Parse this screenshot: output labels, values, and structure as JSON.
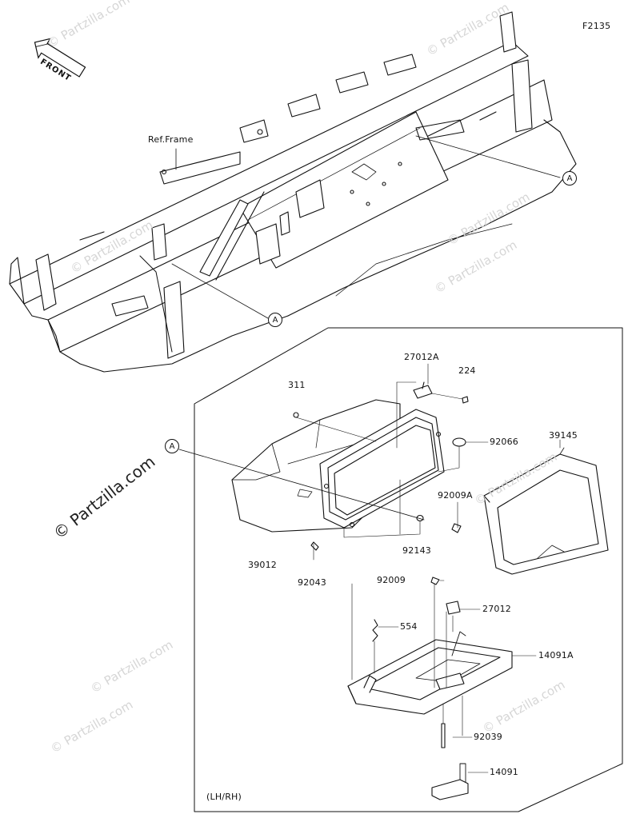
{
  "figure_code": "F2135",
  "front_label": "FRONT",
  "ref_frame_label": "Ref.Frame",
  "callout_letter": "A",
  "side_note": "(LH/RH)",
  "watermark_text": "© Partzilla.com",
  "parts": {
    "p27012A": "27012A",
    "p224": "224",
    "p311": "311",
    "p92066": "92066",
    "p39145": "39145",
    "p92009A": "92009A",
    "p92143": "92143",
    "p39012": "39012",
    "p92043": "92043",
    "p92009": "92009",
    "p27012": "27012",
    "p554": "554",
    "p14091A": "14091A",
    "p92039": "92039",
    "p14091": "14091"
  },
  "colors": {
    "line": "#111111",
    "watermark": "#d6d6d6",
    "background": "#ffffff"
  }
}
